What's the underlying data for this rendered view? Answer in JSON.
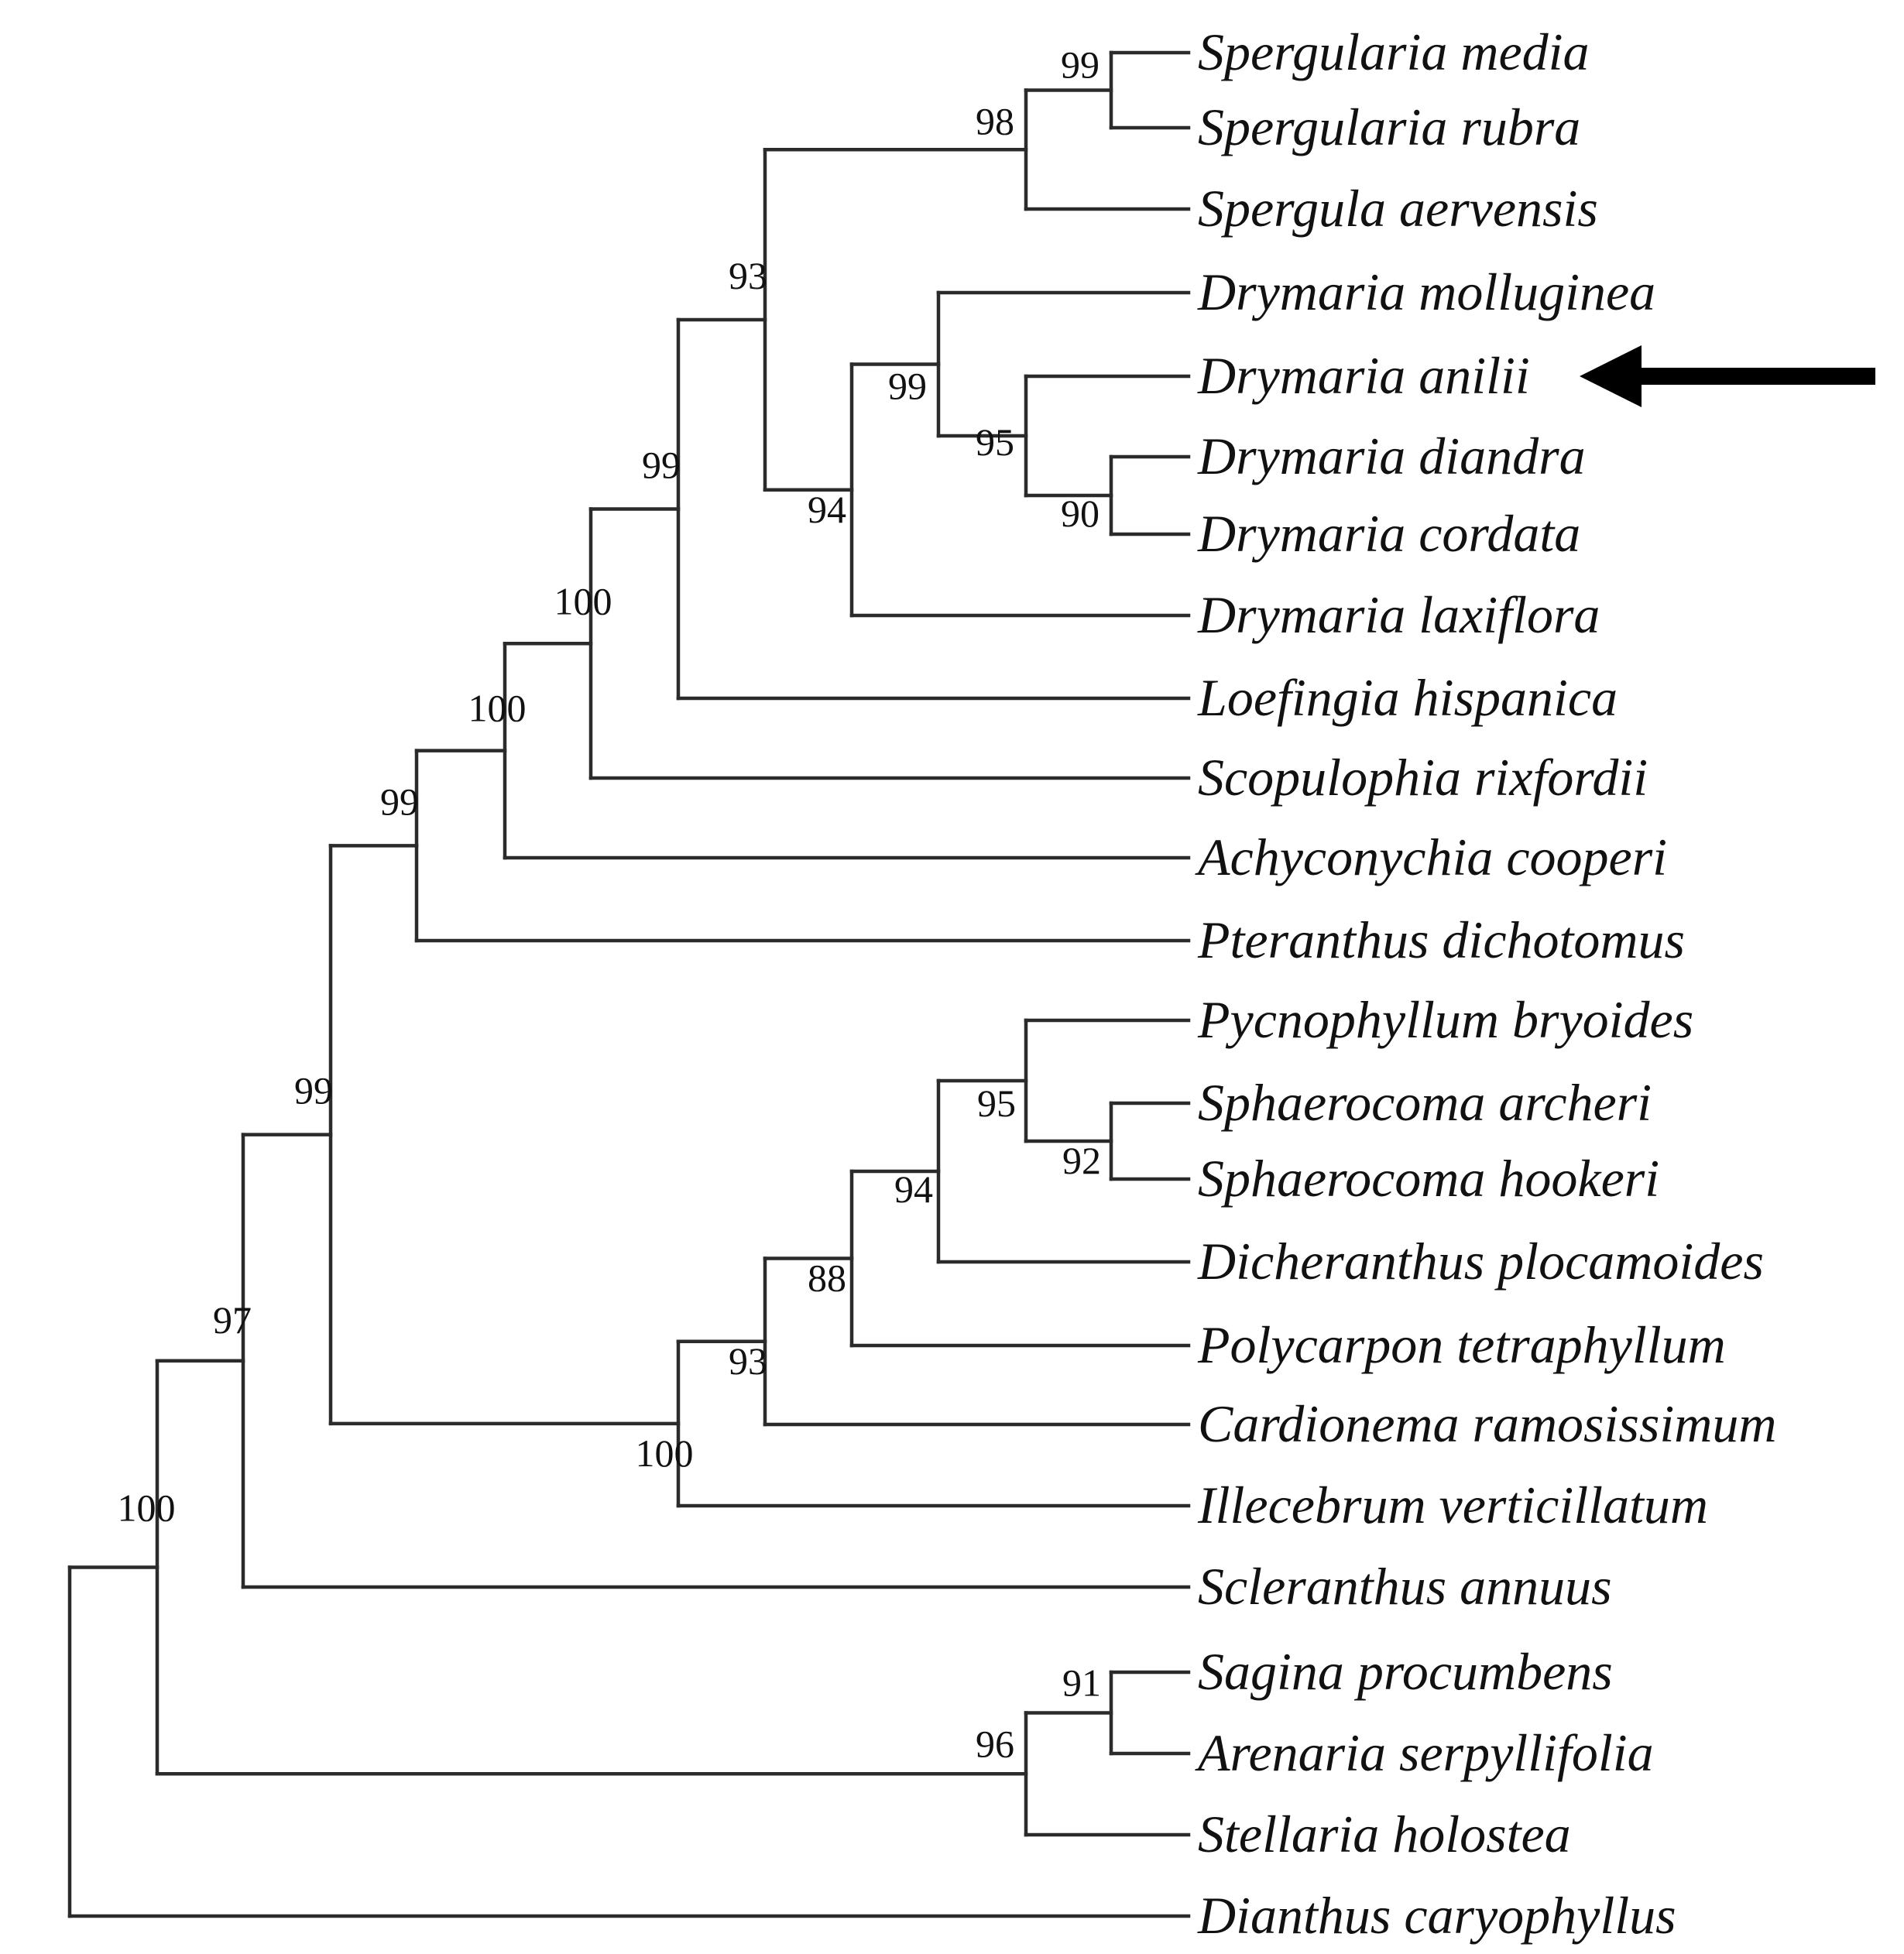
{
  "tree": {
    "taxa": [
      {
        "id": "t1",
        "label": "Spergularia media"
      },
      {
        "id": "t2",
        "label": "Spergularia rubra"
      },
      {
        "id": "t3",
        "label": "Spergula aervensis"
      },
      {
        "id": "t4",
        "label": "Drymaria molluginea"
      },
      {
        "id": "t5",
        "label": "Drymaria anilii",
        "highlighted": true
      },
      {
        "id": "t6",
        "label": "Drymaria diandra"
      },
      {
        "id": "t7",
        "label": "Drymaria cordata"
      },
      {
        "id": "t8",
        "label": "Drymaria laxiflora"
      },
      {
        "id": "t9",
        "label": "Loefingia hispanica"
      },
      {
        "id": "t10",
        "label": "Scopulophia rixfordii"
      },
      {
        "id": "t11",
        "label": "Achyconychia cooperi"
      },
      {
        "id": "t12",
        "label": "Pteranthus dichotomus"
      },
      {
        "id": "t13",
        "label": "Pycnophyllum bryoides"
      },
      {
        "id": "t14",
        "label": "Sphaerocoma archeri"
      },
      {
        "id": "t15",
        "label": "Sphaerocoma hookeri"
      },
      {
        "id": "t16",
        "label": "Dicheranthus plocamoides"
      },
      {
        "id": "t17",
        "label": "Polycarpon tetraphyllum"
      },
      {
        "id": "t18",
        "label": "Cardionema ramosissimum"
      },
      {
        "id": "t19",
        "label": "Illecebrum verticillatum"
      },
      {
        "id": "t20",
        "label": "Scleranthus annuus"
      },
      {
        "id": "t21",
        "label": "Sagina procumbens"
      },
      {
        "id": "t22",
        "label": "Arenaria serpyllifolia"
      },
      {
        "id": "t23",
        "label": "Stellaria holostea"
      },
      {
        "id": "t24",
        "label": "Dianthus caryophyllus"
      }
    ],
    "clades": [
      {
        "id": "c1",
        "support": "99",
        "children": [
          "t1",
          "t2"
        ]
      },
      {
        "id": "c2",
        "support": "98",
        "children": [
          "c1",
          "t3"
        ]
      },
      {
        "id": "c3",
        "support": "90",
        "children": [
          "t6",
          "t7"
        ]
      },
      {
        "id": "c4",
        "support": "95",
        "children": [
          "t5",
          "c3"
        ]
      },
      {
        "id": "c5",
        "support": "99",
        "children": [
          "t4",
          "c4"
        ]
      },
      {
        "id": "c6",
        "support": "94",
        "children": [
          "c5",
          "t8"
        ]
      },
      {
        "id": "c7",
        "support": "93",
        "children": [
          "c2",
          "c6"
        ]
      },
      {
        "id": "c8",
        "support": "99",
        "children": [
          "c7",
          "t9"
        ]
      },
      {
        "id": "c9",
        "support": "100",
        "children": [
          "c8",
          "t10"
        ]
      },
      {
        "id": "c10",
        "support": "100",
        "children": [
          "c9",
          "t11"
        ]
      },
      {
        "id": "c11",
        "support": "99",
        "children": [
          "c10",
          "t12"
        ]
      },
      {
        "id": "c12",
        "support": "92",
        "children": [
          "t14",
          "t15"
        ]
      },
      {
        "id": "c13",
        "support": "95",
        "children": [
          "t13",
          "c12"
        ]
      },
      {
        "id": "c14",
        "support": "94",
        "children": [
          "c13",
          "t16"
        ]
      },
      {
        "id": "c15",
        "support": "88",
        "children": [
          "c14",
          "t17"
        ]
      },
      {
        "id": "c16",
        "support": "93",
        "children": [
          "c15",
          "t18"
        ]
      },
      {
        "id": "c17",
        "support": "100",
        "children": [
          "c16",
          "t19"
        ]
      },
      {
        "id": "c18",
        "support": "99",
        "children": [
          "c11",
          "c17"
        ]
      },
      {
        "id": "c19",
        "support": "97",
        "children": [
          "c18",
          "t20"
        ]
      },
      {
        "id": "c20",
        "support": "91",
        "children": [
          "t21",
          "t22"
        ]
      },
      {
        "id": "c21",
        "support": "96",
        "children": [
          "c20",
          "t23"
        ]
      },
      {
        "id": "c22",
        "support": "100",
        "children": [
          "c19",
          "c21"
        ]
      },
      {
        "id": "root",
        "support": "",
        "children": [
          "c22",
          "t24"
        ]
      }
    ],
    "marker": {
      "type": "arrow",
      "points_to": "t5",
      "color": "#000000"
    }
  }
}
